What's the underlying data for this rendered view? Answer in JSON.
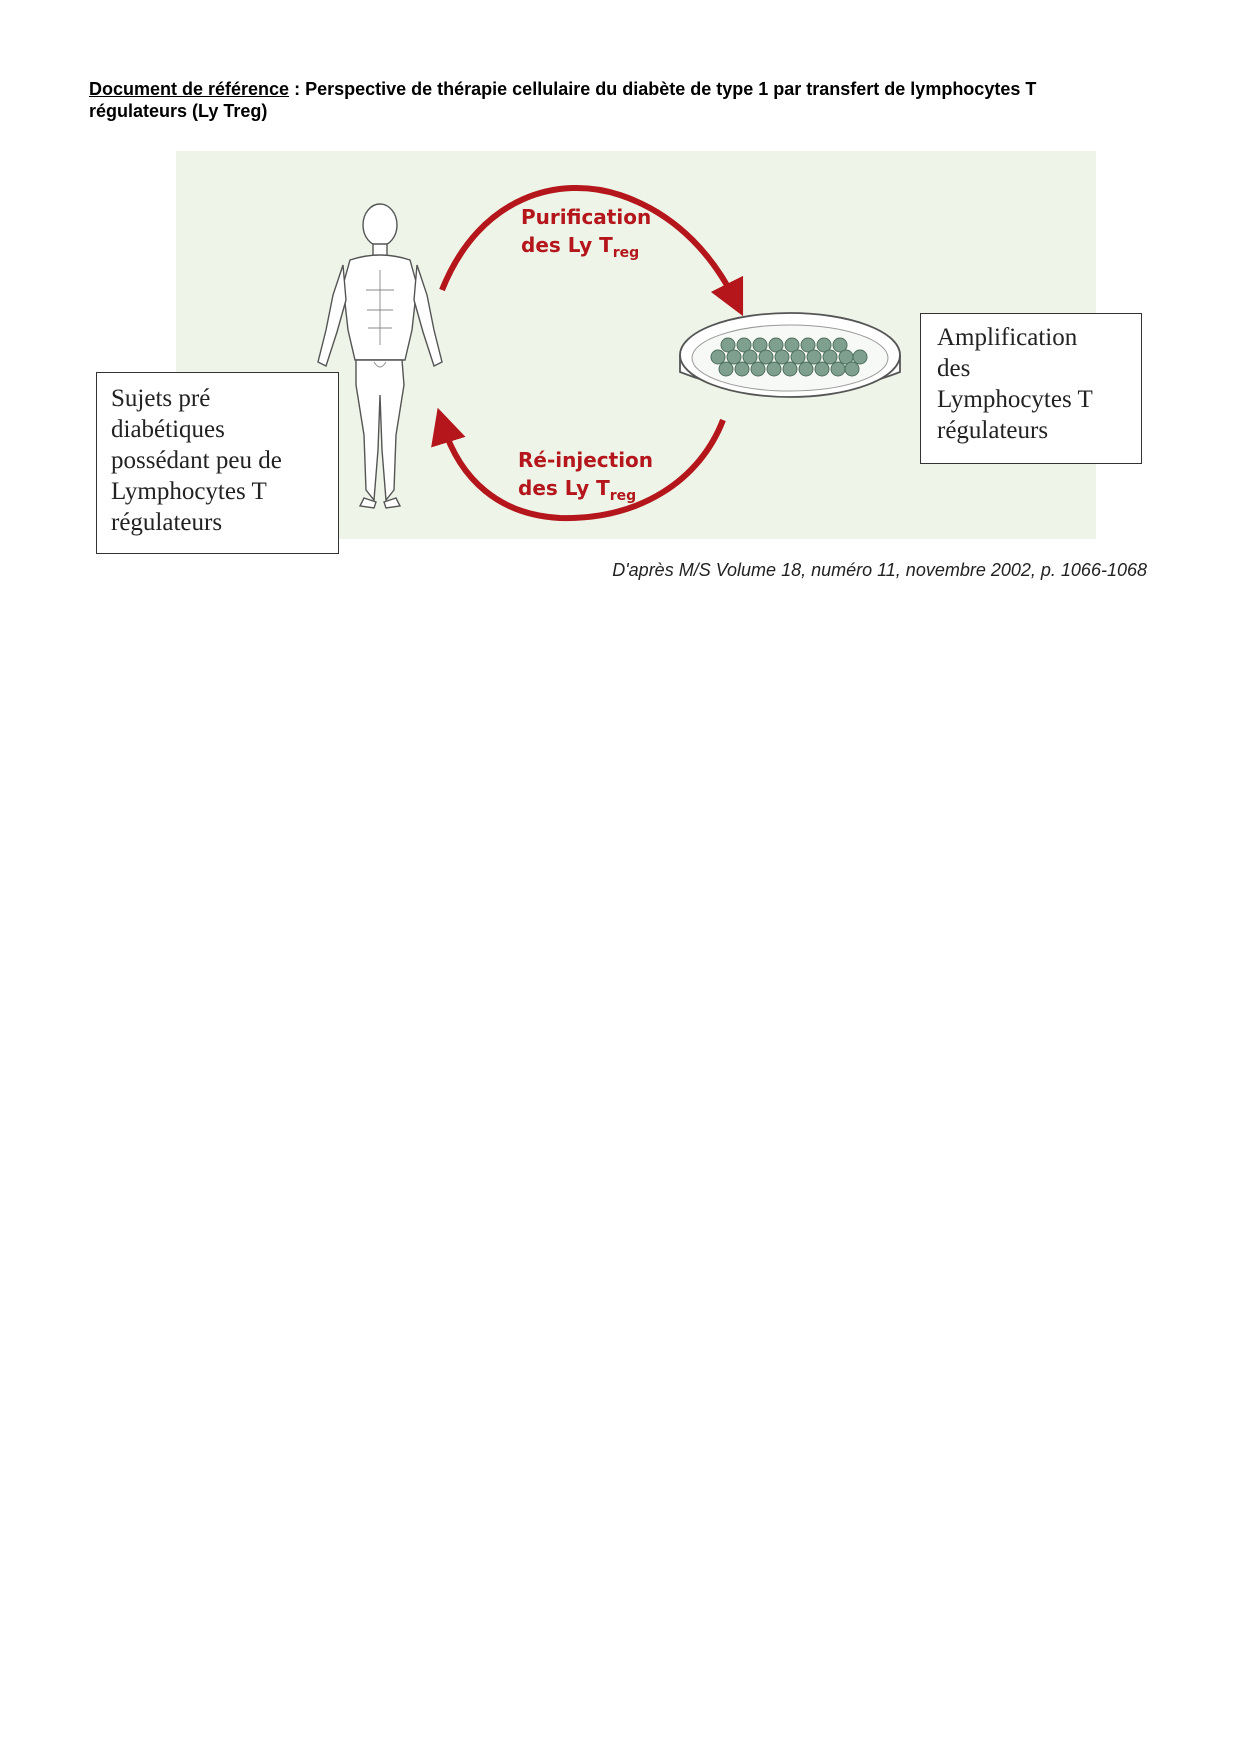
{
  "header": {
    "label": "Document de référence",
    "separator": " : ",
    "title": "Perspective de thérapie cellulaire du diabète de type 1 par transfert de lymphocytes T régulateurs (Ly Treg)"
  },
  "figure": {
    "arrow_top": {
      "line1": "Purification",
      "line2_main": "des Ly T",
      "line2_sub": "reg"
    },
    "arrow_bottom": {
      "line1": "Ré-injection",
      "line2_main": "des Ly T",
      "line2_sub": "reg"
    },
    "box_left": {
      "lines": [
        "Sujets pré",
        "diabétiques",
        "possédant peu de",
        "Lymphocytes T",
        "régulateurs"
      ]
    },
    "box_right": {
      "lines": [
        "Amplification",
        "des",
        "Lymphocytes T",
        "régulateurs"
      ]
    },
    "colors": {
      "arrow": "#b4161b",
      "background": "#eef5e8",
      "cells": "#7fa08e"
    }
  },
  "citation": "D'après M/S Volume 18, numéro 11, novembre 2002, p. 1066-1068"
}
